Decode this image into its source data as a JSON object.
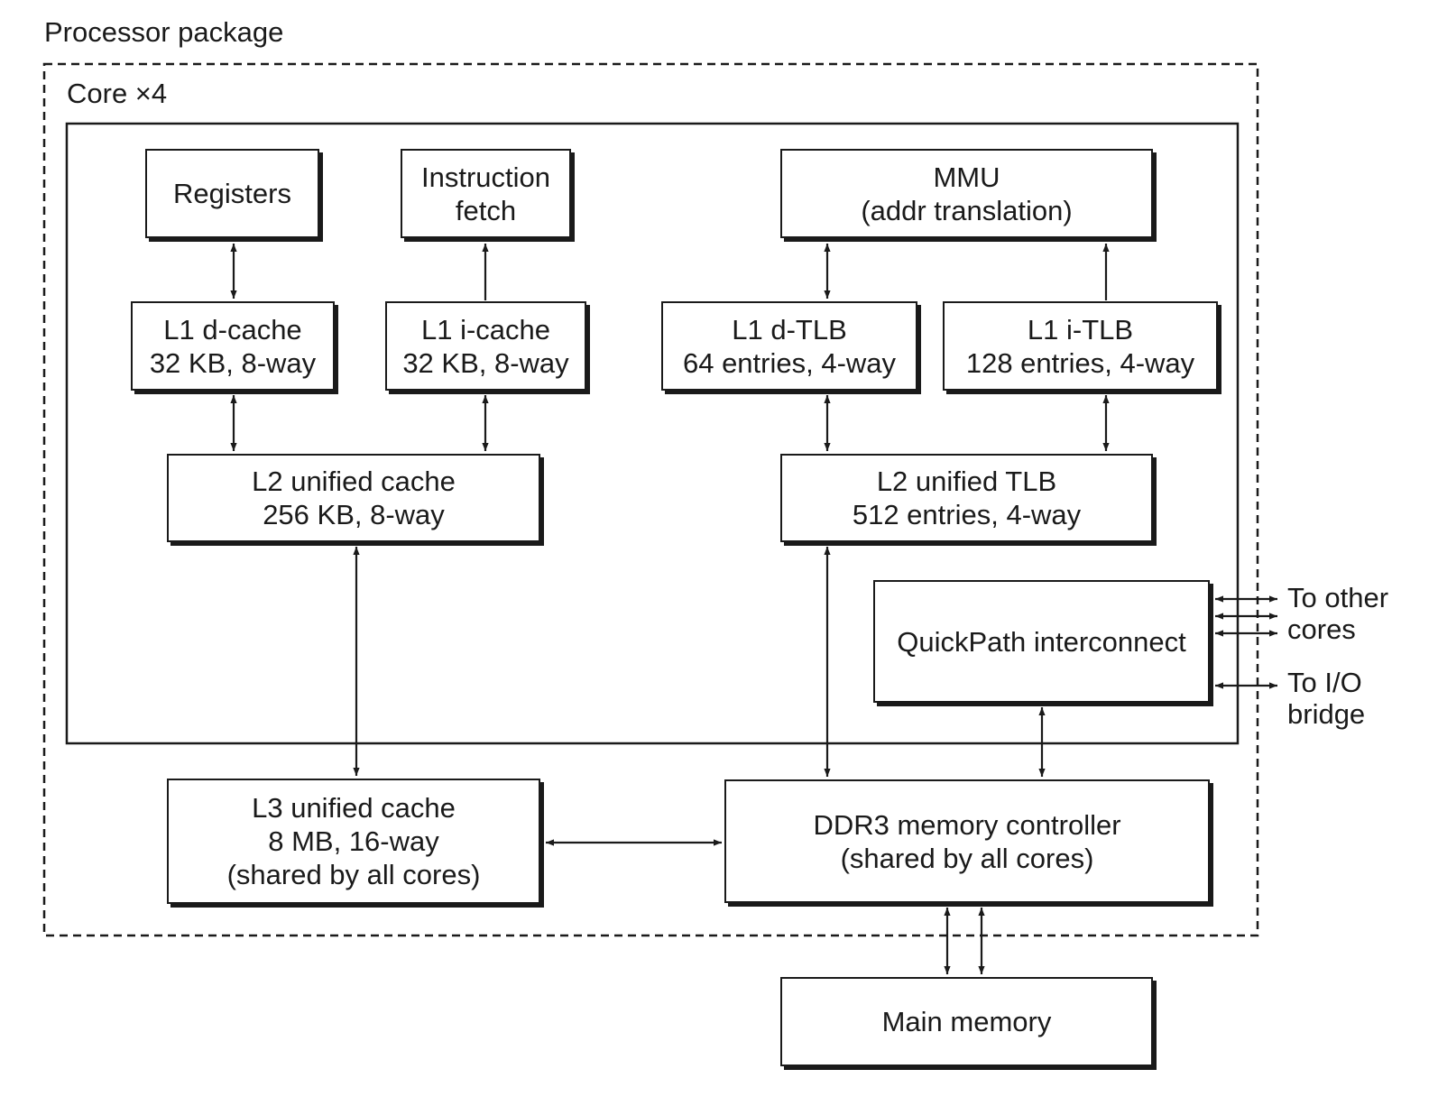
{
  "package_label": "Processor package",
  "core_label": "Core ×4",
  "blocks": {
    "registers": [
      "Registers"
    ],
    "instruction_fetch": [
      "Instruction",
      "fetch"
    ],
    "mmu": [
      "MMU",
      "(addr translation)"
    ],
    "l1_dcache": [
      "L1 d-cache",
      "32 KB, 8-way"
    ],
    "l1_icache": [
      "L1 i-cache",
      "32 KB, 8-way"
    ],
    "l1_dtlb": [
      "L1 d-TLB",
      "64 entries, 4-way"
    ],
    "l1_itlb": [
      "L1 i-TLB",
      "128 entries, 4-way"
    ],
    "l2_cache": [
      "L2 unified cache",
      "256 KB, 8-way"
    ],
    "l2_tlb": [
      "L2 unified TLB",
      "512 entries, 4-way"
    ],
    "quickpath": [
      "QuickPath interconnect"
    ],
    "l3_cache": [
      "L3 unified cache",
      "8 MB, 16-way",
      "(shared by all cores)"
    ],
    "ddr3": [
      "DDR3 memory controller",
      "(shared by all cores)"
    ],
    "main_memory": [
      "Main memory"
    ]
  },
  "external": {
    "other_cores": [
      "To other",
      "cores"
    ],
    "io_bridge": [
      "To I/O",
      "bridge"
    ]
  },
  "colors": {
    "line": "#1a1a1a",
    "background": "#ffffff"
  }
}
